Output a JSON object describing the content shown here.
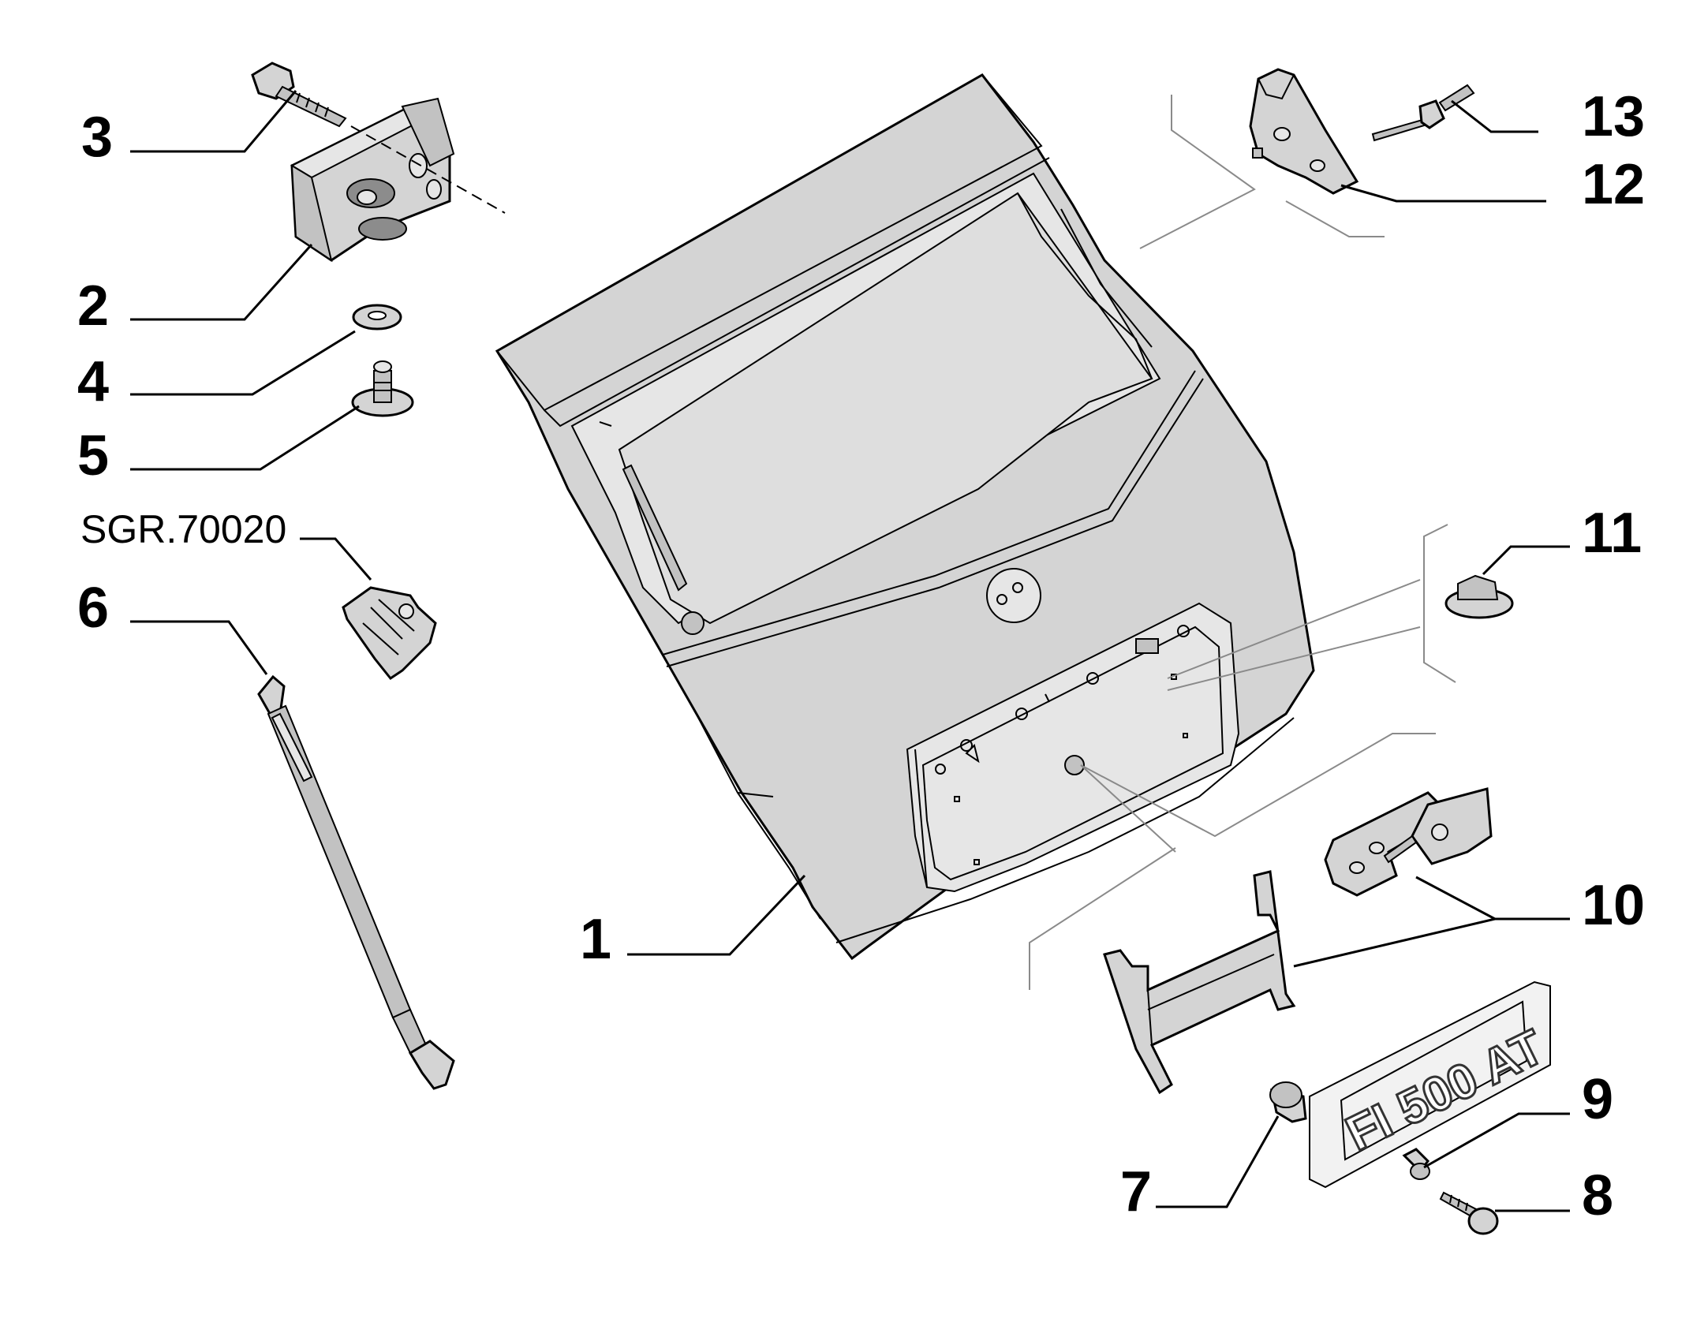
{
  "diagram": {
    "background": "#ffffff",
    "part_fill": "#d4d4d4",
    "callouts": [
      {
        "id": "1",
        "label": "1"
      },
      {
        "id": "2",
        "label": "2"
      },
      {
        "id": "3",
        "label": "3"
      },
      {
        "id": "4",
        "label": "4"
      },
      {
        "id": "5",
        "label": "5"
      },
      {
        "id": "6",
        "label": "6"
      },
      {
        "id": "7",
        "label": "7"
      },
      {
        "id": "8",
        "label": "8"
      },
      {
        "id": "9",
        "label": "9"
      },
      {
        "id": "10",
        "label": "10"
      },
      {
        "id": "11",
        "label": "11"
      },
      {
        "id": "12",
        "label": "12"
      },
      {
        "id": "13",
        "label": "13"
      }
    ],
    "reference": "SGR.70020",
    "badge_text": "FI 500 AT"
  }
}
